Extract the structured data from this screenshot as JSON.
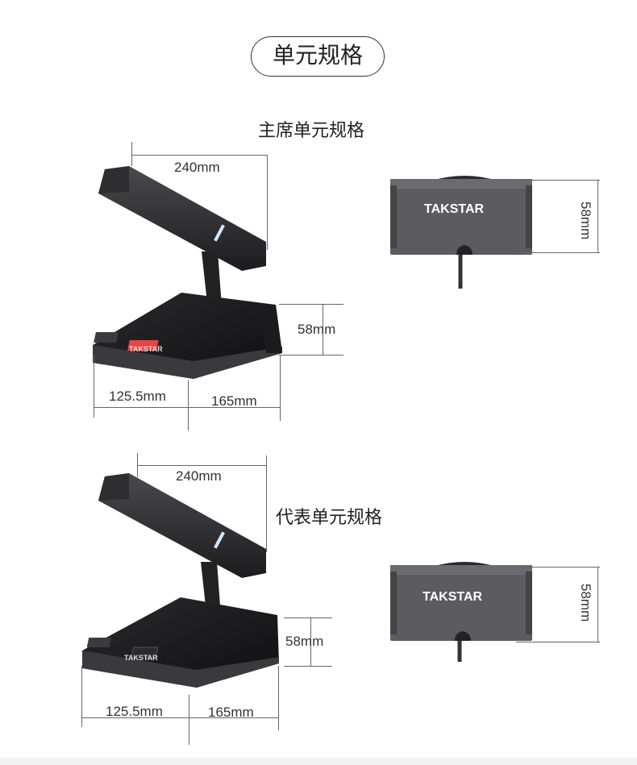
{
  "header": {
    "title": "单元规格"
  },
  "chairman": {
    "label": "主席单元规格",
    "length": "240mm",
    "height": "58mm",
    "depth_front": "125.5mm",
    "depth_back": "165mm",
    "front_height": "58mm",
    "brand": "TAKSTAR"
  },
  "delegate": {
    "label": "代表单元规格",
    "length": "240mm",
    "height": "58mm",
    "depth_front": "125.5mm",
    "depth_back": "165mm",
    "front_height": "58mm",
    "brand": "TAKSTAR"
  }
}
